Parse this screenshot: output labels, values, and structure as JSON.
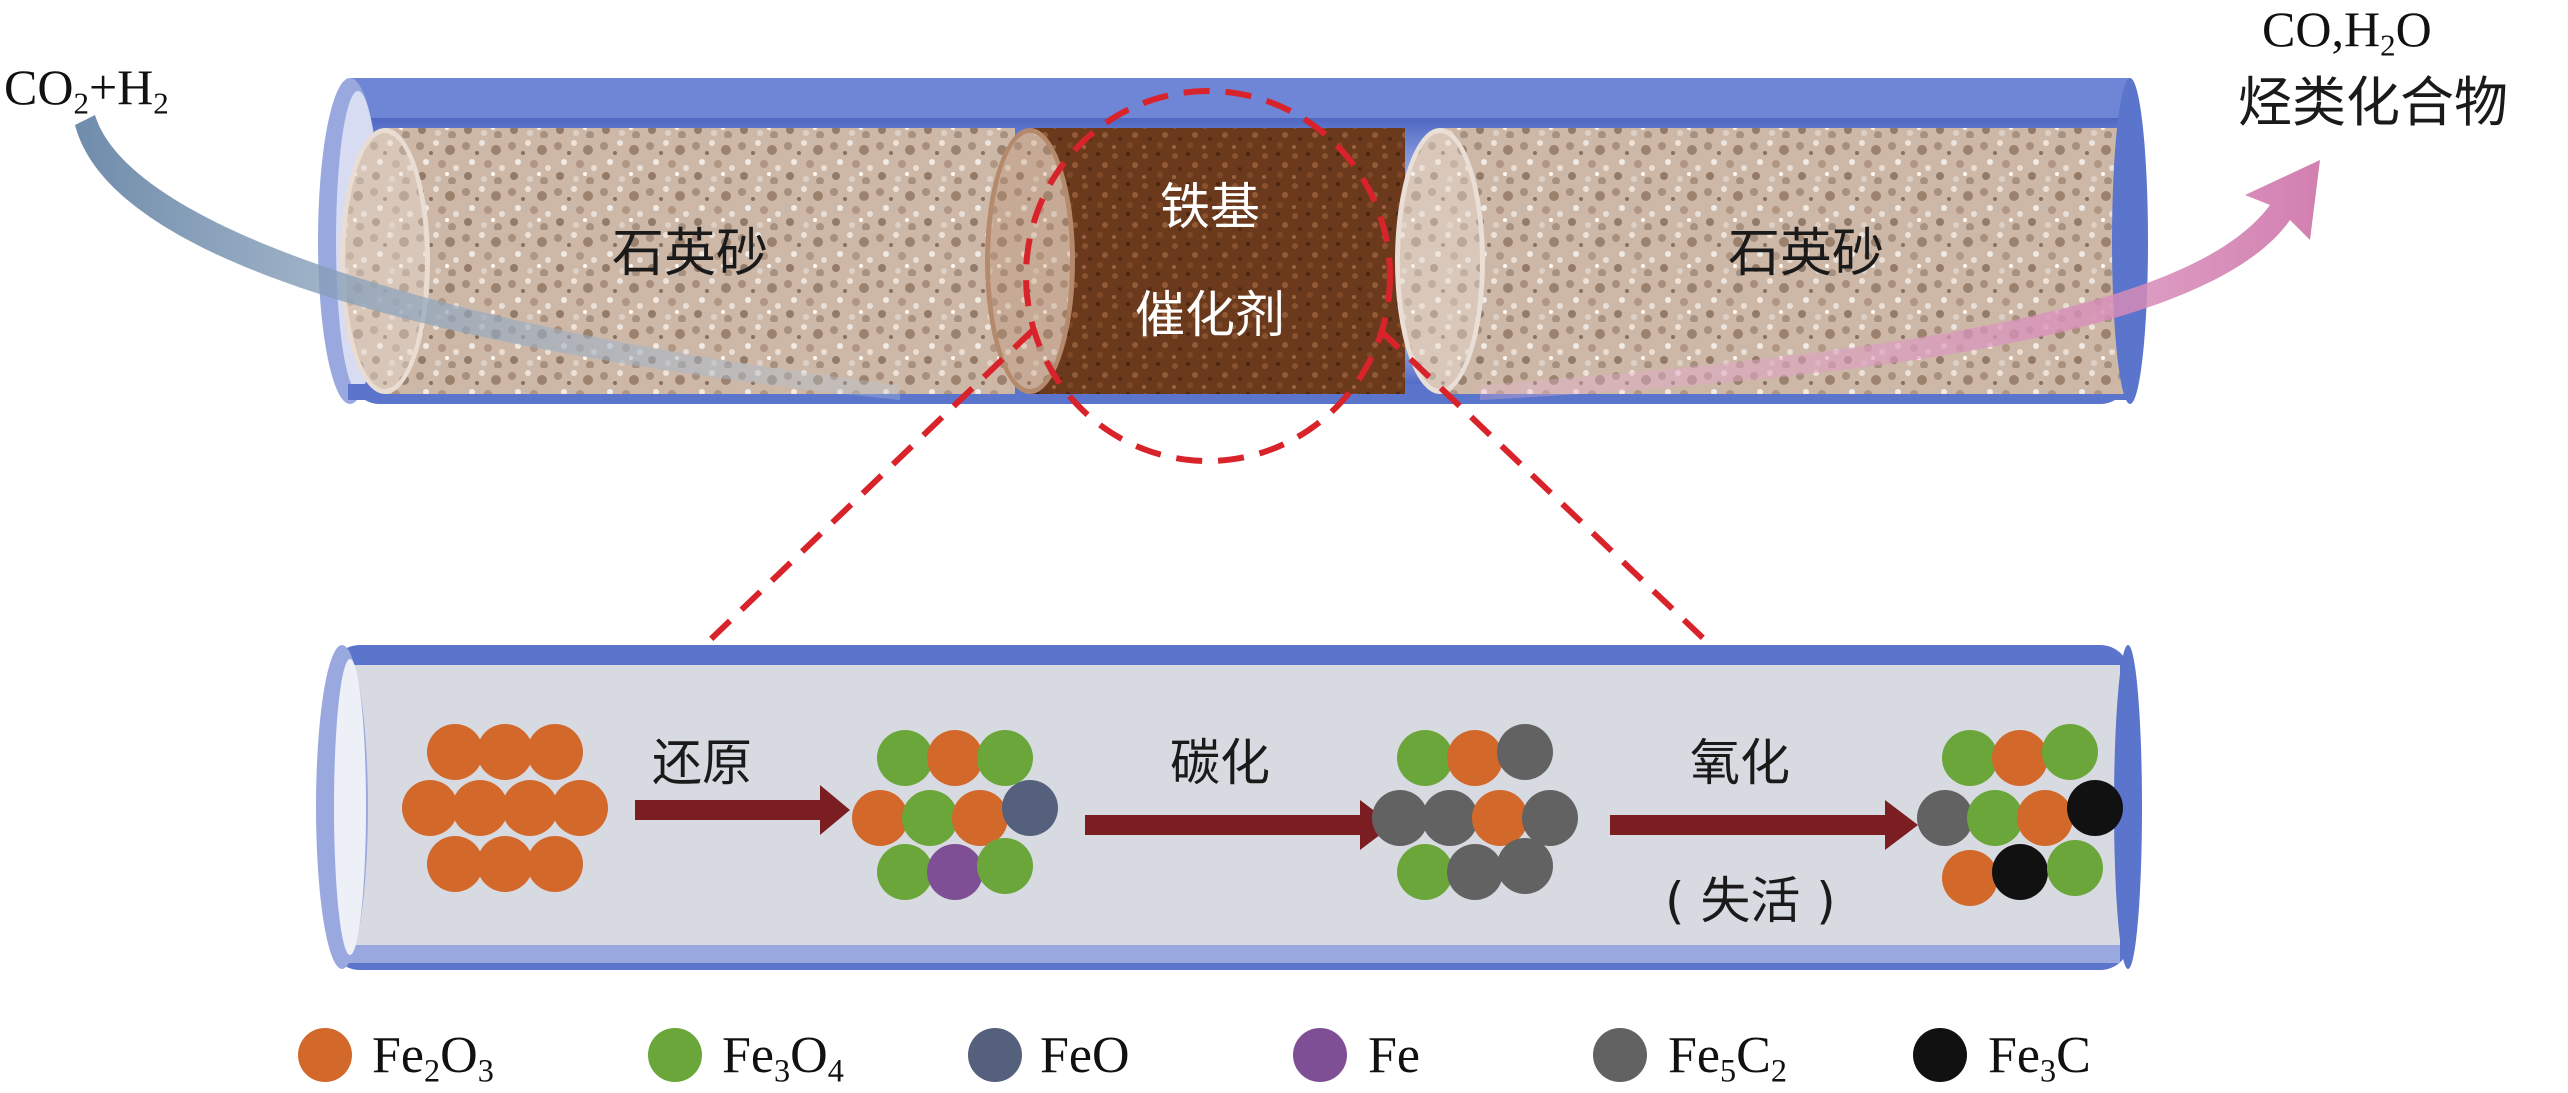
{
  "inlet": {
    "CO": "CO",
    "sub1": "2",
    "plus_H": "+H",
    "sub2": "2"
  },
  "outlet": {
    "line1_CO": "CO,H",
    "line1_sub": "2",
    "line1_O": "O",
    "line2": "烃类化合物"
  },
  "top_tube": {
    "left_segment": "石英砂",
    "catalyst_line1": "铁基",
    "catalyst_line2": "催化剂",
    "right_segment": "石英砂"
  },
  "process": {
    "step1": "还原",
    "step2": "碳化",
    "step3": "氧化",
    "step3_note": "( 失活 )"
  },
  "legend": [
    {
      "pre": "Fe",
      "s1": "2",
      "mid": "O",
      "s2": "3",
      "color": "#d2692a"
    },
    {
      "pre": "Fe",
      "s1": "3",
      "mid": "O",
      "s2": "4",
      "color": "#6aa63a"
    },
    {
      "pre": "FeO",
      "s1": "",
      "mid": "",
      "s2": "",
      "color": "#55607c"
    },
    {
      "pre": "Fe",
      "s1": "",
      "mid": "",
      "s2": "",
      "color": "#7e4f94"
    },
    {
      "pre": "Fe",
      "s1": "5",
      "mid": "C",
      "s2": "2",
      "color": "#626262"
    },
    {
      "pre": "Fe",
      "s1": "3",
      "mid": "C",
      "s2": "",
      "color": "#111111"
    }
  ],
  "colors": {
    "tube_blue": "#6e85d2",
    "tube_inner": "#d9dbe6",
    "quartz_sand": "#c8b3a3",
    "catalyst": "#6b3a1d",
    "arrow_dark_red": "#7a1e22",
    "dash_red": "#d9232b",
    "inlet_arrow": "#8ea4bd",
    "outlet_arrow": "#d88bb7"
  }
}
